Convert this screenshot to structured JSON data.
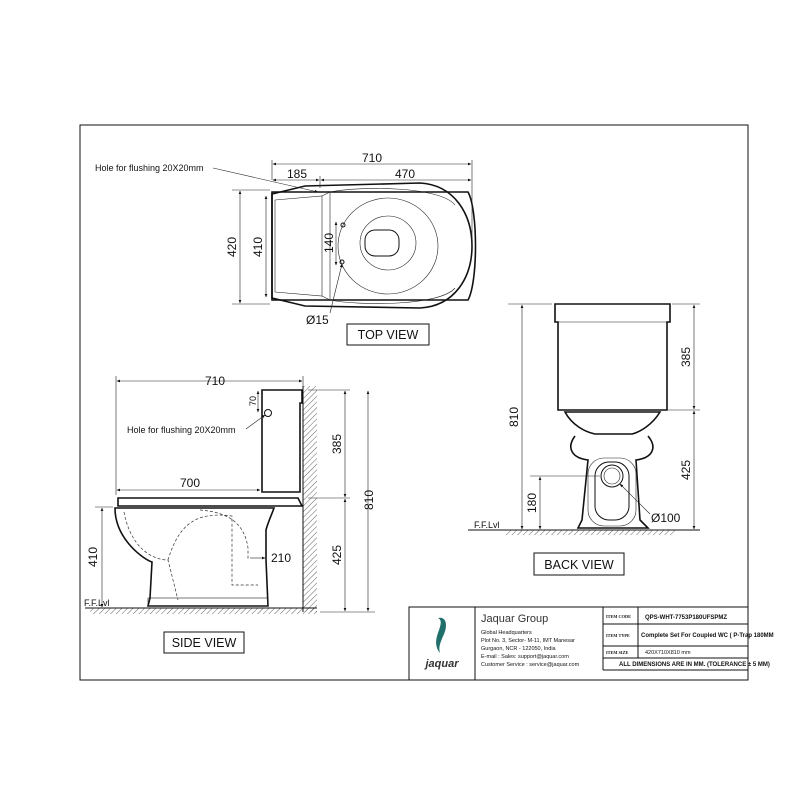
{
  "top_view": {
    "dim_710": "710",
    "dim_185": "185",
    "dim_470": "470",
    "dim_420": "420",
    "dim_410": "410",
    "dim_140": "140",
    "dim_d15": "Ø15",
    "hole_note": "Hole for flushing 20X20mm",
    "label": "TOP VIEW"
  },
  "side_view": {
    "dim_710": "710",
    "dim_70": "70",
    "hole_note": "Hole for flushing 20X20mm",
    "dim_700": "700",
    "dim_385": "385",
    "dim_810": "810",
    "dim_425": "425",
    "dim_410": "410",
    "dim_210": "210",
    "ff_lvl": "F.F.Lvl",
    "label": "SIDE VIEW"
  },
  "back_view": {
    "dim_810": "810",
    "dim_385": "385",
    "dim_425": "425",
    "dim_180": "180",
    "dim_d100": "Ø100",
    "ff_lvl": "F.F.Lvl",
    "label": "BACK VIEW"
  },
  "title_block": {
    "company": "Jaquar Group",
    "logo_text": "jaquar",
    "address_lines": [
      "Global Headquarters",
      "Plot No. 3, Sector- M-11, IMT Manesar",
      "Gurgaon, NCR - 122050, India",
      "E-mail : Sales: support@jaquar.com",
      "Customer Service : service@jaquar.com"
    ],
    "item_code_label": "ITEM CODE",
    "item_code": "QPS-WHT-7753P180UFSPMZ",
    "item_type_label": "ITEM TYPE",
    "item_type": "Complete Set For Coupled WC ( P-Trap 180MM",
    "item_size_label": "ITEM SIZE",
    "item_size": "420X710X810 mm",
    "note": "ALL DIMENSIONS ARE IN MM. (TOLERANCE ± 5 MM)"
  },
  "colors": {
    "line": "#111111",
    "logo_teal": "#1f6f6a"
  }
}
